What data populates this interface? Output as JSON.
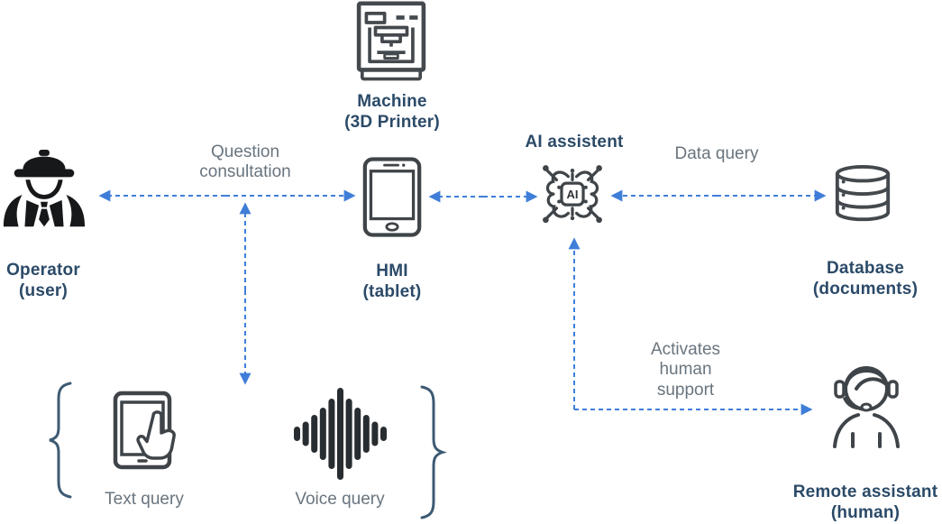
{
  "colors": {
    "background": "#ffffff",
    "arrow": "#3f7ed8",
    "heading_text": "#2b4a68",
    "muted_text": "#69757f",
    "icon_stroke": "#44494e",
    "operator_fill": "#17181a",
    "brace": "#3d5a73"
  },
  "nodes": {
    "machine": {
      "name": "Machine",
      "sub": "(3D Printer)",
      "icon": "printer-3d-icon"
    },
    "operator": {
      "name": "Operator",
      "sub": "(user)",
      "icon": "worker-hardhat-icon"
    },
    "hmi": {
      "name": "HMI",
      "sub": "(tablet)",
      "icon": "tablet-icon"
    },
    "ai": {
      "name": "AI assistent",
      "chip_text": "AI",
      "icon": "ai-brain-chip-icon"
    },
    "database": {
      "name": "Database",
      "sub": "(documents)",
      "icon": "database-icon"
    },
    "remote_assistant": {
      "name": "Remote assistant",
      "sub": "(human)",
      "icon": "headset-person-icon"
    },
    "text_query": {
      "name": "Text query",
      "icon": "tablet-touch-icon"
    },
    "voice_query": {
      "name": "Voice query",
      "icon": "voice-waveform-icon"
    }
  },
  "edge_labels": {
    "question_consultation": [
      "Question",
      "consultation"
    ],
    "data_query": "Data query",
    "activates_human_support": [
      "Activates",
      "human",
      "support"
    ]
  }
}
